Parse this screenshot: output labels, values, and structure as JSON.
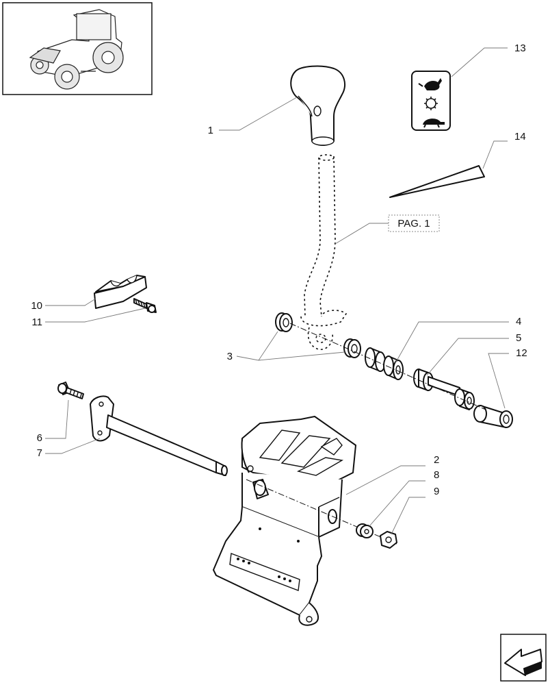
{
  "callouts": [
    "1",
    "2",
    "3",
    "4",
    "5",
    "6",
    "7",
    "8",
    "9",
    "10",
    "11",
    "12",
    "13",
    "14"
  ],
  "reference_label": "PAG. 1",
  "icons": {
    "thumbnail": "tractor-thumbnail-icon",
    "symbol_fast": "rabbit-icon",
    "symbol_neutral": "gear-icon",
    "symbol_slow": "turtle-icon",
    "navigation": "next-page-arrow-icon"
  }
}
